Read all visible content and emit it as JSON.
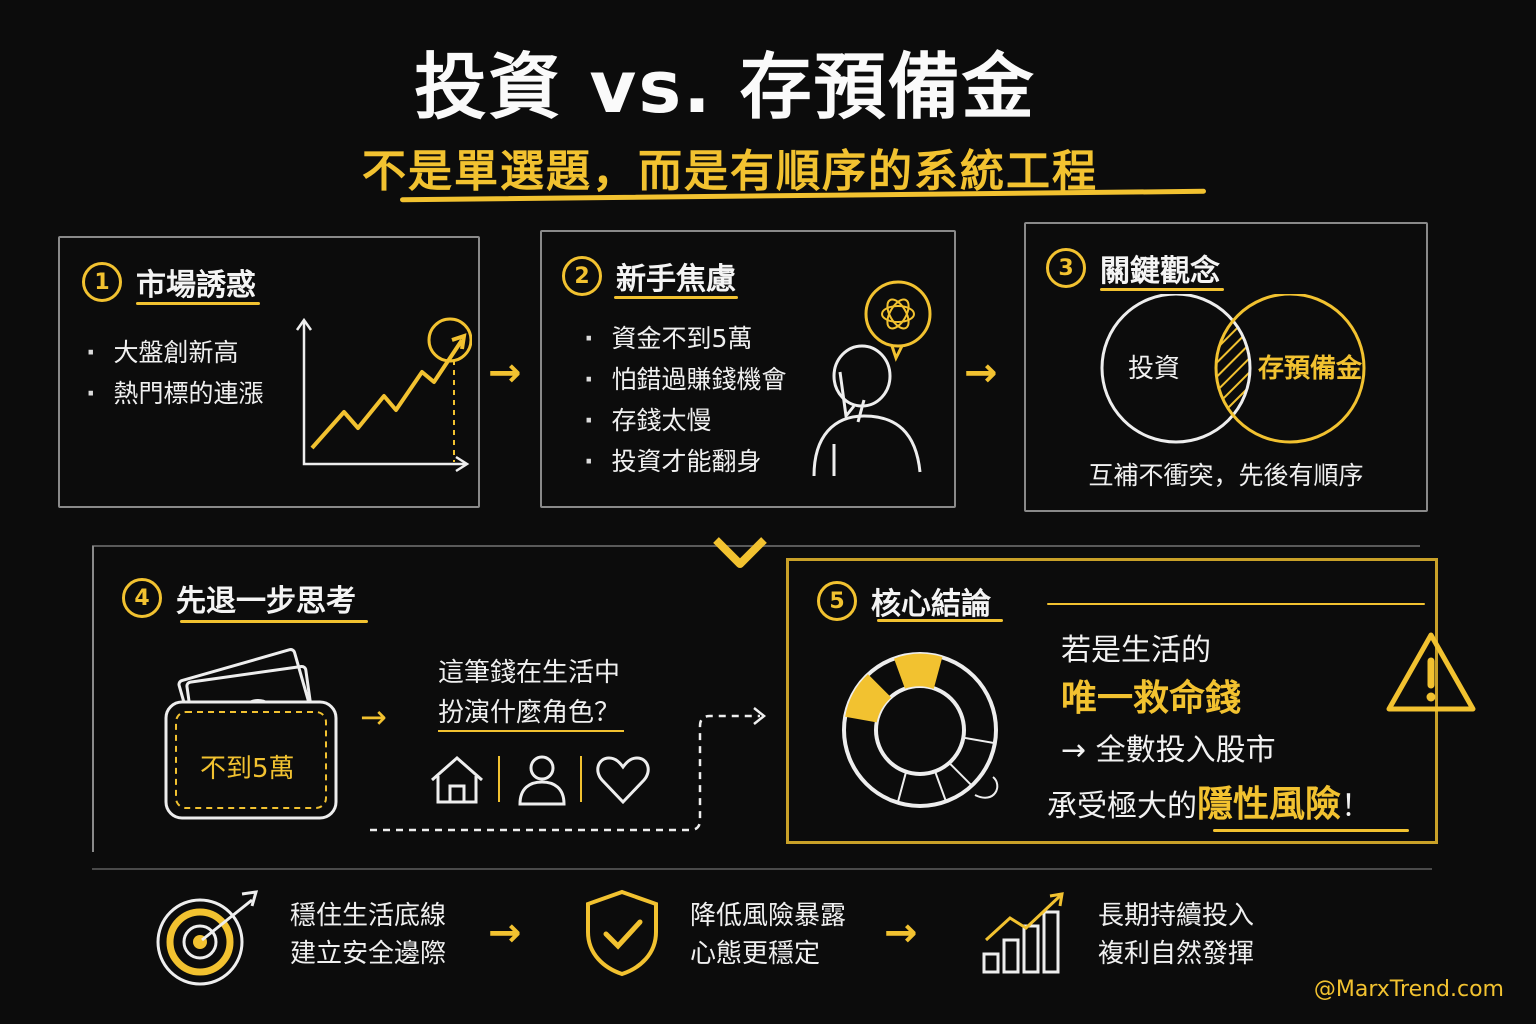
{
  "title": "投資 vs. 存預備金",
  "subtitle": "不是單選題，而是有順序的系統工程",
  "step1": {
    "num": "1",
    "heading": "市場誘惑",
    "bullets": [
      "大盤創新高",
      "熱門標的連漲"
    ]
  },
  "step2": {
    "num": "2",
    "heading": "新手焦慮",
    "bullets": [
      "資金不到5萬",
      "怕錯過賺錢機會",
      "存錢太慢",
      "投資才能翻身"
    ]
  },
  "step3": {
    "num": "3",
    "heading": "關鍵觀念",
    "left_label": "投資",
    "right_label": "存預備金",
    "caption": "互補不衝突，先後有順序"
  },
  "step4": {
    "num": "4",
    "heading": "先退一步思考",
    "wallet_label": "不到5萬",
    "question_line1": "這筆錢在生活中",
    "question_line2": "扮演什麼角色？"
  },
  "step5": {
    "num": "5",
    "heading": "核心結論",
    "line1": "若是生活的",
    "line2": "唯一救命錢",
    "line3": "→ 全數投入股市",
    "line4_prefix": "承受極大的",
    "line4_highlight": "隱性風險",
    "line4_suffix": "！"
  },
  "outcomes": [
    {
      "line1": "穩住生活底線",
      "line2": "建立安全邊際"
    },
    {
      "line1": "降低風險暴露",
      "line2": "心態更穩定"
    },
    {
      "line1": "長期持續投入",
      "line2": "複利自然發揮"
    }
  ],
  "watermark": "@MarxTrend.com",
  "colors": {
    "accent": "#f2c230",
    "background": "#0c0c0c",
    "border": "#8a8a8a"
  },
  "icons": [
    "rising-chart-icon",
    "worried-person-icon",
    "venn-diagram-icon",
    "wallet-icon",
    "house-icon",
    "person-icon",
    "heart-icon",
    "lifebuoy-icon",
    "warning-icon",
    "target-icon",
    "shield-check-icon",
    "bar-growth-icon"
  ]
}
